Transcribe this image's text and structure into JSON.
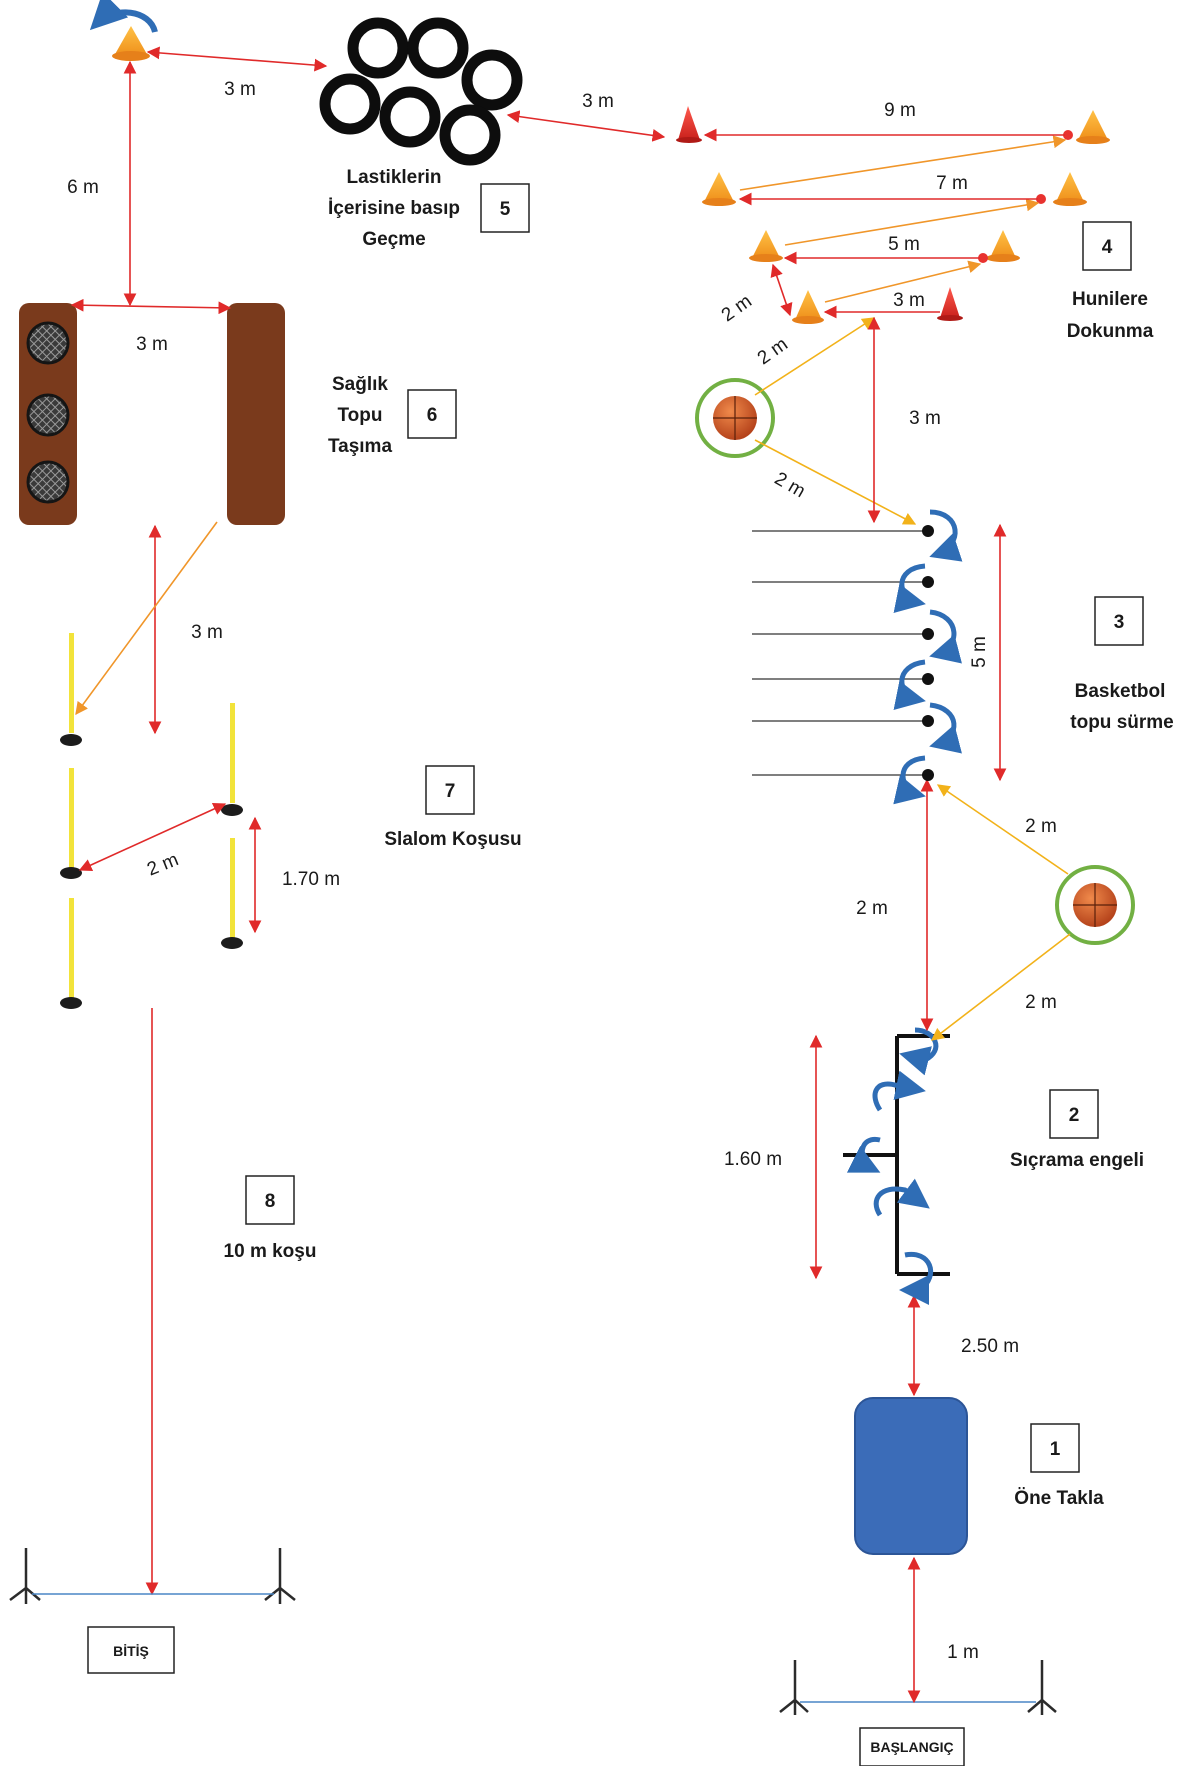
{
  "stations": [
    {
      "number": "1",
      "lines": [
        "Öne Takla"
      ]
    },
    {
      "number": "2",
      "lines": [
        "Sıçrama engeli"
      ]
    },
    {
      "number": "3",
      "lines": [
        "Basketbol",
        "topu sürme"
      ]
    },
    {
      "number": "4",
      "lines": [
        "Hunilere",
        "Dokunma"
      ]
    },
    {
      "number": "5",
      "lines": [
        "Lastiklerin",
        "İçerisine basıp",
        "Geçme"
      ]
    },
    {
      "number": "6",
      "lines": [
        "Sağlık",
        "Topu",
        "Taşıma"
      ]
    },
    {
      "number": "7",
      "lines": [
        "Slalom Koşusu"
      ]
    },
    {
      "number": "8",
      "lines": [
        "10 m koşu"
      ]
    }
  ],
  "start_label": "BAŞLANGIÇ",
  "finish_label": "BİTİŞ",
  "distances": {
    "start_to_mat": "1 m",
    "mat_to_hurdle": "2.50 m",
    "hurdle_length": "1.60 m",
    "ball_to_hurdle": "2 m",
    "ball_to_dribble": "2 m",
    "hurdle_to_dribble": "2 m",
    "dribble_length": "5 m",
    "dribble_to_cones": "3 m",
    "ball2_to_cone": "2 m",
    "ball2_to_dribble": "2 m",
    "cone_3m": "3 m",
    "cone_2m": "2 m",
    "cone_5m": "5 m",
    "cone_7m": "7 m",
    "cone_9m": "9 m",
    "cone_to_tires": "3 m",
    "tires_to_turn_cone": "3 m",
    "turn_cone_to_bench": "6 m",
    "bench_gap": "3 m",
    "bench_to_slalom": "3 m",
    "slalom_diag": "2 m",
    "slalom_pole_gap": "1.70 m"
  },
  "colors": {
    "measure_arrow": "#e02a2a",
    "path_arrow": "#f0962a",
    "mat_blue": "#3b6cb8",
    "bench_brown": "#7a3a1c",
    "turn_arrow": "#2f6db5",
    "ball_ring": "#72b043",
    "cone": "#f5a623",
    "marker_cone": "#e8322f"
  }
}
